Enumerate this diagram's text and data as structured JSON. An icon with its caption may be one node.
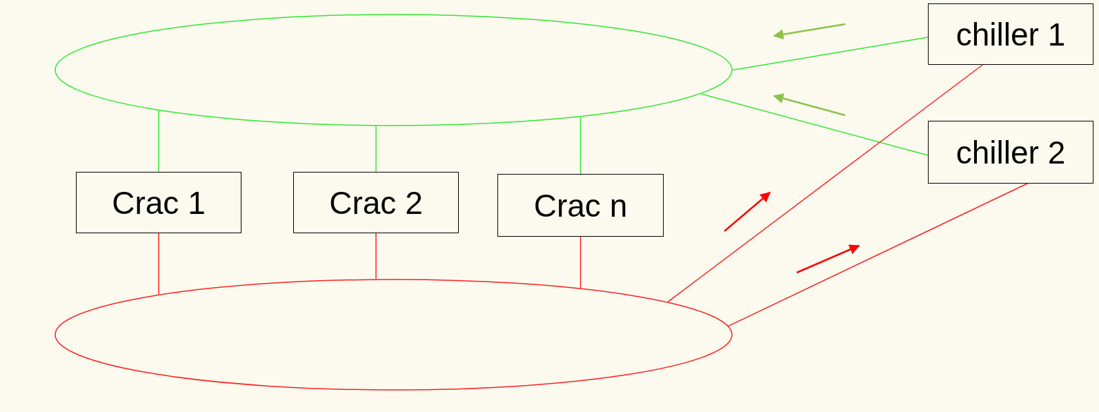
{
  "diagram": {
    "nodes": [
      {
        "text": [],
        "shape": "ellipse"
      },
      {
        "text": [
          "chiller 1"
        ]
      },
      {
        "text": [
          "chiller 2"
        ]
      },
      {
        "text": [
          "Crac 1"
        ]
      },
      {
        "text": [
          "Crac 2"
        ]
      },
      {
        "text": [
          "Crac n"
        ]
      },
      {
        "text": [],
        "shape": "ellipse"
      }
    ],
    "edges": [
      {
        "from": 0,
        "to": 3,
        "arrow": "none",
        "color": "#33e633"
      },
      {
        "from": 0,
        "to": 4,
        "arrow": "none",
        "color": "#33e633"
      },
      {
        "from": 0,
        "to": 5,
        "arrow": "none",
        "color": "#33e633"
      },
      {
        "from": 1,
        "to": 0,
        "arrow": "none",
        "color": "#33e633"
      },
      {
        "from": 2,
        "to": 0,
        "arrow": "none",
        "color": "#33e633"
      },
      {
        "from": 3,
        "to": 6,
        "arrow": "none",
        "color": "#ff2020"
      },
      {
        "from": 4,
        "to": 6,
        "arrow": "none",
        "color": "#ff2020"
      },
      {
        "from": 5,
        "to": 6,
        "arrow": "none",
        "color": "#ff2020"
      },
      {
        "from": 6,
        "to": 1,
        "arrow": "none",
        "color": "#ff2020"
      },
      {
        "from": 6,
        "to": 2,
        "arrow": "none",
        "color": "#ff2020"
      }
    ]
  }
}
